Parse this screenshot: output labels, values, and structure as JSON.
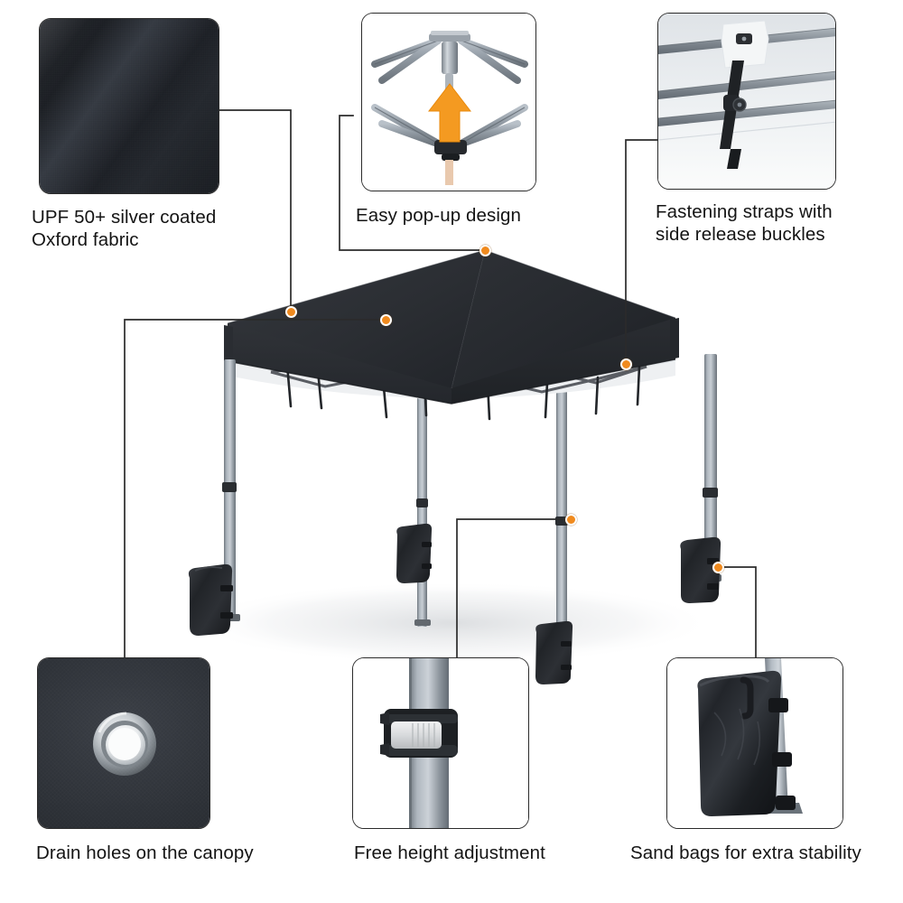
{
  "page": {
    "title": "Pop-Up Canopy Feature Infographic",
    "background": "#ffffff",
    "accent_color": "#F08A1E",
    "line_color": "#2b2b2b",
    "text_color": "#141414"
  },
  "features": [
    {
      "id": "upf-fabric",
      "caption": "UPF 50+ silver coated\nOxford fabric",
      "panel": "fabric-swatch-photo",
      "position": "top-left"
    },
    {
      "id": "pop-up",
      "caption": "Easy pop-up design",
      "panel": "truss-mechanism-photo",
      "position": "top-center"
    },
    {
      "id": "straps",
      "caption": "Fastening straps with\nside release buckles",
      "panel": "strap-buckle-photo",
      "position": "top-right"
    },
    {
      "id": "drain-holes",
      "caption": "Drain holes on the canopy",
      "panel": "grommet-photo",
      "position": "bottom-left"
    },
    {
      "id": "height-adjust",
      "caption": "Free height adjustment",
      "panel": "leg-clamp-photo",
      "position": "bottom-center"
    },
    {
      "id": "sand-bags",
      "caption": "Sand bags for extra stability",
      "panel": "sandbag-photo",
      "position": "bottom-right"
    }
  ],
  "hero": {
    "product": "pop-up canopy tent",
    "canopy_color": "#2b2e33",
    "frame_color": "#8d959e",
    "accessory_color": "#1b1d20",
    "marker_count": 6
  },
  "icons": {
    "pop_up_arrow": "arrow-up-icon"
  }
}
